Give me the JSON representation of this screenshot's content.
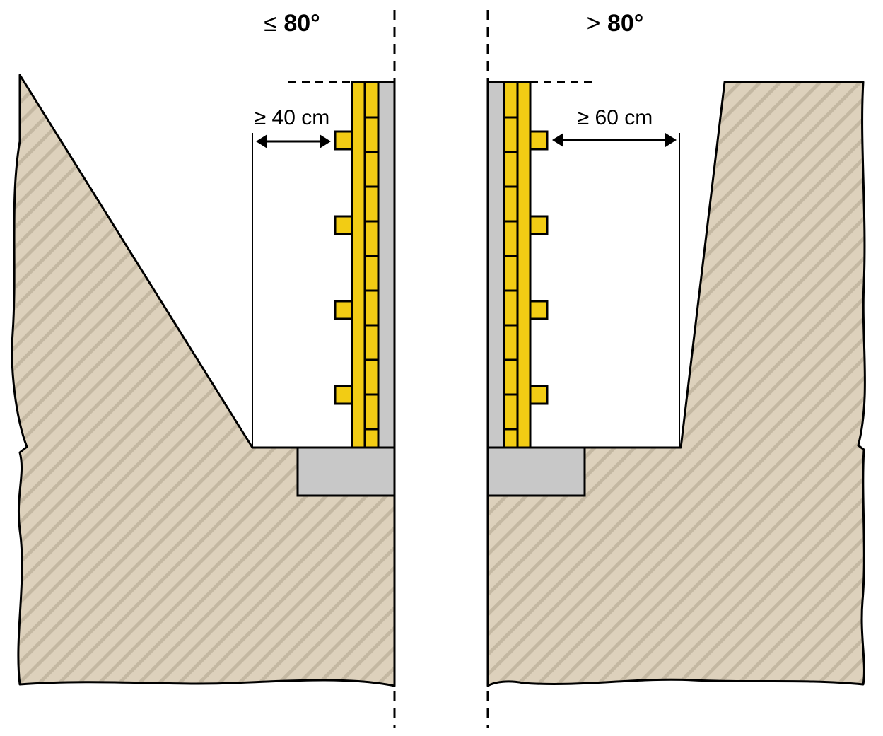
{
  "left_panel": {
    "angle_symbol": "≤ ",
    "angle_value": "80°",
    "dimension_label": "≥ 40 cm"
  },
  "right_panel": {
    "angle_symbol": "> ",
    "angle_value": "80°",
    "dimension_label": "≥ 60 cm"
  },
  "colors": {
    "soil_fill": "#ddd1bc",
    "soil_hatch": "#c4b8a2",
    "wall": "#c8c8c8",
    "shoring": "#f2cc14",
    "outline": "#000000"
  }
}
